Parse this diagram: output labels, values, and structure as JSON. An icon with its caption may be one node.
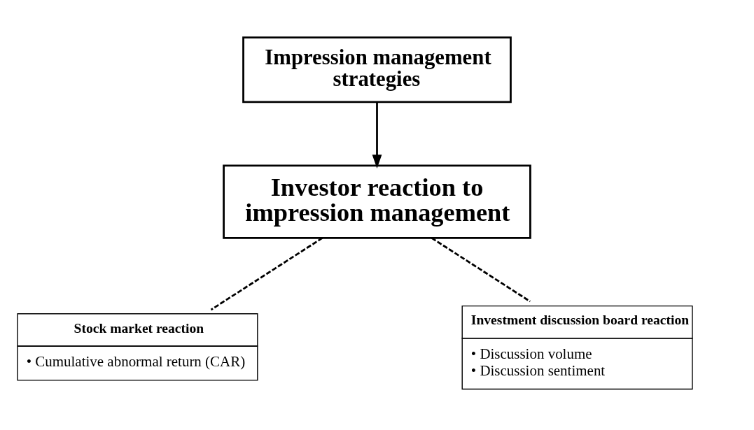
{
  "diagram": {
    "nodes": [
      {
        "text": [
          "Impression management strategies"
        ]
      },
      {
        "text": [
          "Investor reaction to impression management"
        ]
      },
      {
        "text": [
          "Stock market reaction",
          "• Cumulative abnormal return (CAR)"
        ]
      },
      {
        "text": [
          "Investment discussion board reaction",
          "• Discussion volume",
          "• Discussion sentiment"
        ]
      }
    ],
    "edges": [
      {
        "from": 0,
        "to": 1,
        "arrow": "to"
      },
      {
        "from": 1,
        "to": 2,
        "arrow": "none",
        "style": "dashed"
      },
      {
        "from": 1,
        "to": 3,
        "arrow": "none",
        "style": "dashed"
      }
    ]
  }
}
